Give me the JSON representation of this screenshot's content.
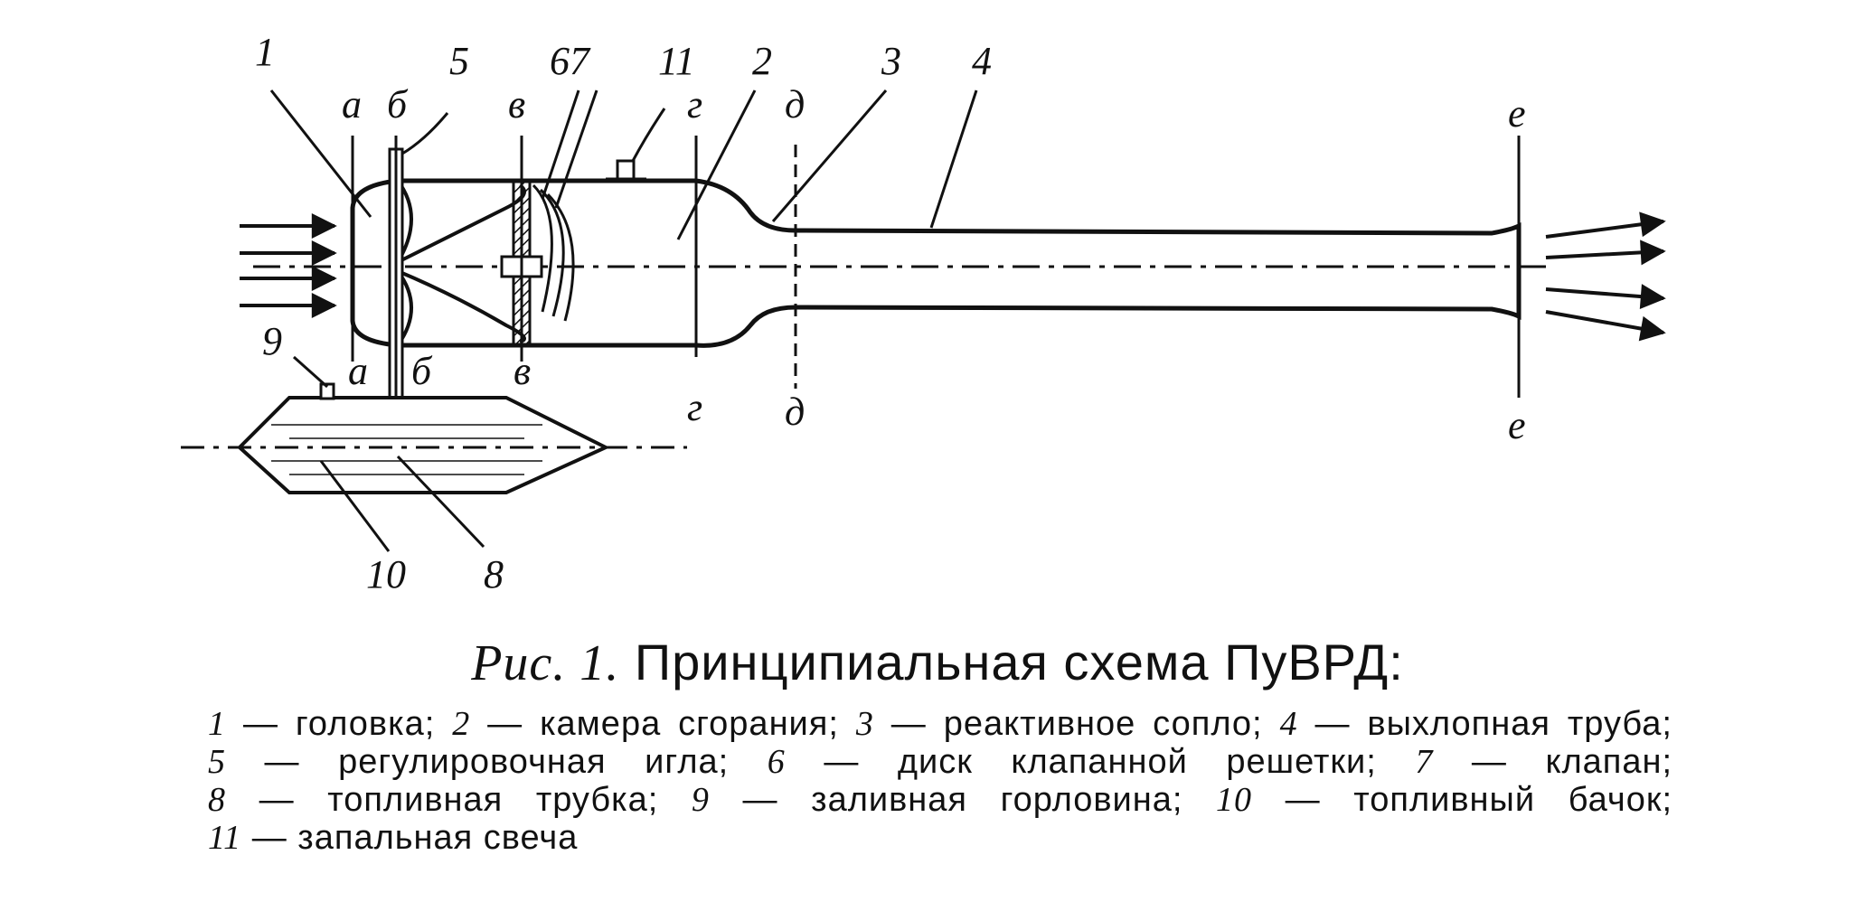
{
  "caption": {
    "figure_label": "Рис. 1.",
    "title": "Принципиальная схема ПуВРД:"
  },
  "legend": [
    {
      "num": "1",
      "text": "— головка;"
    },
    {
      "num": "2",
      "text": "— камера сгорания;"
    },
    {
      "num": "3",
      "text": "— реактивное сопло;"
    },
    {
      "num": "4",
      "text": "— выхлопная труба;"
    },
    {
      "num": "5",
      "text": "— регулировочная игла;"
    },
    {
      "num": "6",
      "text": "— диск клапанной решетки;"
    },
    {
      "num": "7",
      "text": "— клапан;"
    },
    {
      "num": "8",
      "text": "— топливная трубка;"
    },
    {
      "num": "9",
      "text": "— заливная горловина;"
    },
    {
      "num": "10",
      "text": "— топливный бачок;"
    },
    {
      "num": "11",
      "text": "— запальная свеча"
    }
  ],
  "part_labels": {
    "p1": "1",
    "p2": "2",
    "p3": "3",
    "p4": "4",
    "p5": "5",
    "p67": "67",
    "p8": "8",
    "p9": "9",
    "p10": "10",
    "p11": "11"
  },
  "section_labels": {
    "a": "а",
    "b": "б",
    "v": "в",
    "g": "г",
    "d": "д",
    "e": "е"
  }
}
